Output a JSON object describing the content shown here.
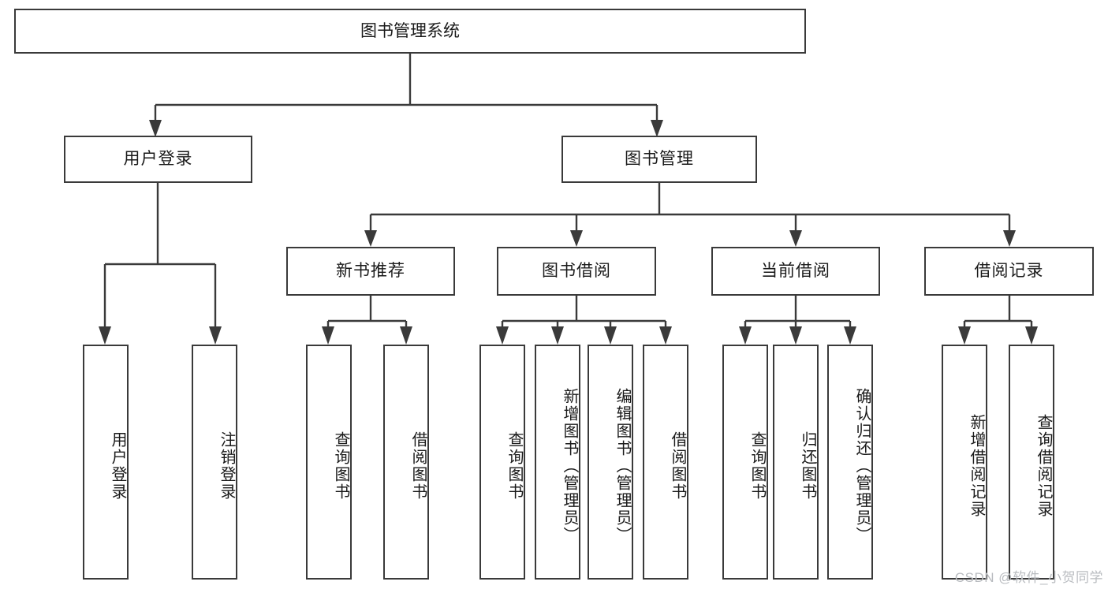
{
  "diagram": {
    "title": "图书管理系统",
    "type": "功能结构图",
    "root": {
      "id": "root",
      "label": "图书管理系统"
    },
    "level2": [
      {
        "id": "user-login",
        "label": "用户登录"
      },
      {
        "id": "book-manage",
        "label": "图书管理"
      }
    ],
    "level3": [
      {
        "id": "new-book-recommend",
        "label": "新书推荐",
        "parent": "book-manage"
      },
      {
        "id": "book-borrow",
        "label": "图书借阅",
        "parent": "book-manage"
      },
      {
        "id": "current-borrow",
        "label": "当前借阅",
        "parent": "book-manage"
      },
      {
        "id": "borrow-record",
        "label": "借阅记录",
        "parent": "book-manage"
      }
    ],
    "leaves": [
      {
        "id": "leaf-user-login",
        "label": "用户登录",
        "parent": "user-login"
      },
      {
        "id": "leaf-user-logout",
        "label": "注销登录",
        "parent": "user-login"
      },
      {
        "id": "leaf-query-book-1",
        "label": "查询图书",
        "parent": "new-book-recommend"
      },
      {
        "id": "leaf-borrow-book-1",
        "label": "借阅图书",
        "parent": "new-book-recommend"
      },
      {
        "id": "leaf-query-book-2",
        "label": "查询图书",
        "parent": "book-borrow"
      },
      {
        "id": "leaf-add-book",
        "label": "新增图书（管理员）",
        "parent": "book-borrow"
      },
      {
        "id": "leaf-edit-book",
        "label": "编辑图书（管理员）",
        "parent": "book-borrow"
      },
      {
        "id": "leaf-borrow-book-2",
        "label": "借阅图书",
        "parent": "book-borrow"
      },
      {
        "id": "leaf-query-book-3",
        "label": "查询图书",
        "parent": "current-borrow"
      },
      {
        "id": "leaf-return-book",
        "label": "归还图书",
        "parent": "current-borrow"
      },
      {
        "id": "leaf-confirm-return",
        "label": "确认归还（管理员）",
        "parent": "current-borrow"
      },
      {
        "id": "leaf-add-record",
        "label": "新增借阅记录",
        "parent": "borrow-record"
      },
      {
        "id": "leaf-query-record",
        "label": "查询借阅记录",
        "parent": "borrow-record"
      }
    ]
  },
  "watermark": {
    "text": "CSDN @软件_小贺同学"
  },
  "colors": {
    "border": "#3a3a3a",
    "background": "#ffffff",
    "text": "#1a1a1a",
    "watermark": "#b9bcc0"
  }
}
